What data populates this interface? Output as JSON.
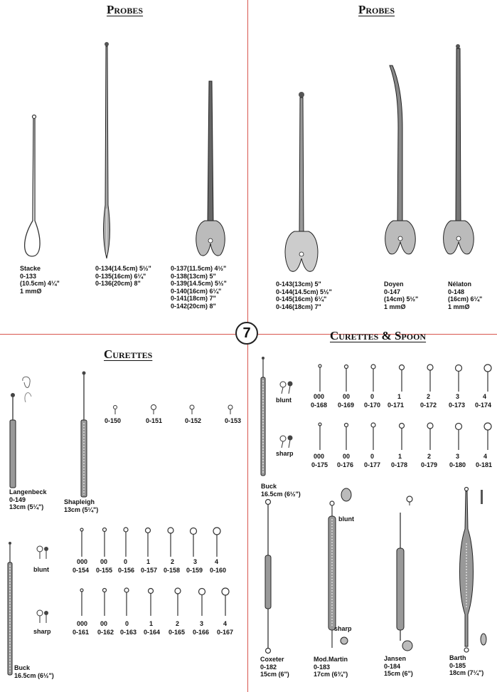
{
  "page_number": "7",
  "sections": {
    "probes_left": {
      "title": "Probes",
      "items": [
        {
          "label": "Stacke\n0-133\n(10.5cm) 4¼\"\n1 mmØ"
        },
        {
          "label": "0-134(14.5cm) 5½\"\n0-135(16cm) 6¼\"\n0-136(20cm) 8\""
        },
        {
          "label": "0-137(11.5cm) 4½\"\n0-138(13cm) 5\"\n0-139(14.5cm) 5½\"\n0-140(16cm) 6¼\"\n0-141(18cm) 7\"\n0-142(20cm) 8\""
        }
      ]
    },
    "probes_right": {
      "title": "Probes",
      "items": [
        {
          "label": "0-143(13cm) 5\"\n0-144(14.5cm) 5½\"\n0-145(16cm) 6¼\"\n0-146(18cm) 7\""
        },
        {
          "label": "Doyen\n0-147\n(14cm) 5½\"\n1 mmØ"
        },
        {
          "label": "Nélaton\n0-148\n(16cm) 6¼\"\n1 mmØ"
        }
      ]
    },
    "curettes_left": {
      "title": "Curettes",
      "langenbeck": "Langenbeck\n0-149\n13cm (5¼\")",
      "shapleigh": "Shapleigh\n13cm (5¼\")",
      "tip_codes": [
        "0-150",
        "0-151",
        "0-152",
        "0-153"
      ],
      "blunt": "blunt",
      "sharp": "sharp",
      "sizes": [
        "000",
        "00",
        "0",
        "1",
        "2",
        "3",
        "4"
      ],
      "blunt_codes": [
        "0-154",
        "0-155",
        "0-156",
        "0-157",
        "0-158",
        "0-159",
        "0-160"
      ],
      "sharp_codes": [
        "0-161",
        "0-162",
        "0-163",
        "0-164",
        "0-165",
        "0-166",
        "0-167"
      ],
      "buck": "Buck\n16.5cm (6½\")"
    },
    "curettes_spoon": {
      "title": "Curettes & Spoon",
      "blunt": "blunt",
      "sharp": "sharp",
      "sizes": [
        "000",
        "00",
        "0",
        "1",
        "2",
        "3",
        "4"
      ],
      "blunt_codes": [
        "0-168",
        "0-169",
        "0-170",
        "0-171",
        "0-172",
        "0-173",
        "0-174"
      ],
      "sharp_codes": [
        "0-175",
        "0-176",
        "0-177",
        "0-178",
        "0-179",
        "0-180",
        "0-181"
      ],
      "buck": "Buck\n16.5cm (6½\")",
      "coxeter": "Coxeter\n0-182\n15cm (6\")",
      "mod_martin": "Mod.Martin\n0-183\n17cm (6¾\")",
      "mod_martin_blunt": "blunt",
      "mod_martin_sharp": "sharp",
      "jansen": "Jansen\n0-184\n15cm (6\")",
      "barth": "Barth\n0-185\n18cm (7¼\")"
    }
  }
}
